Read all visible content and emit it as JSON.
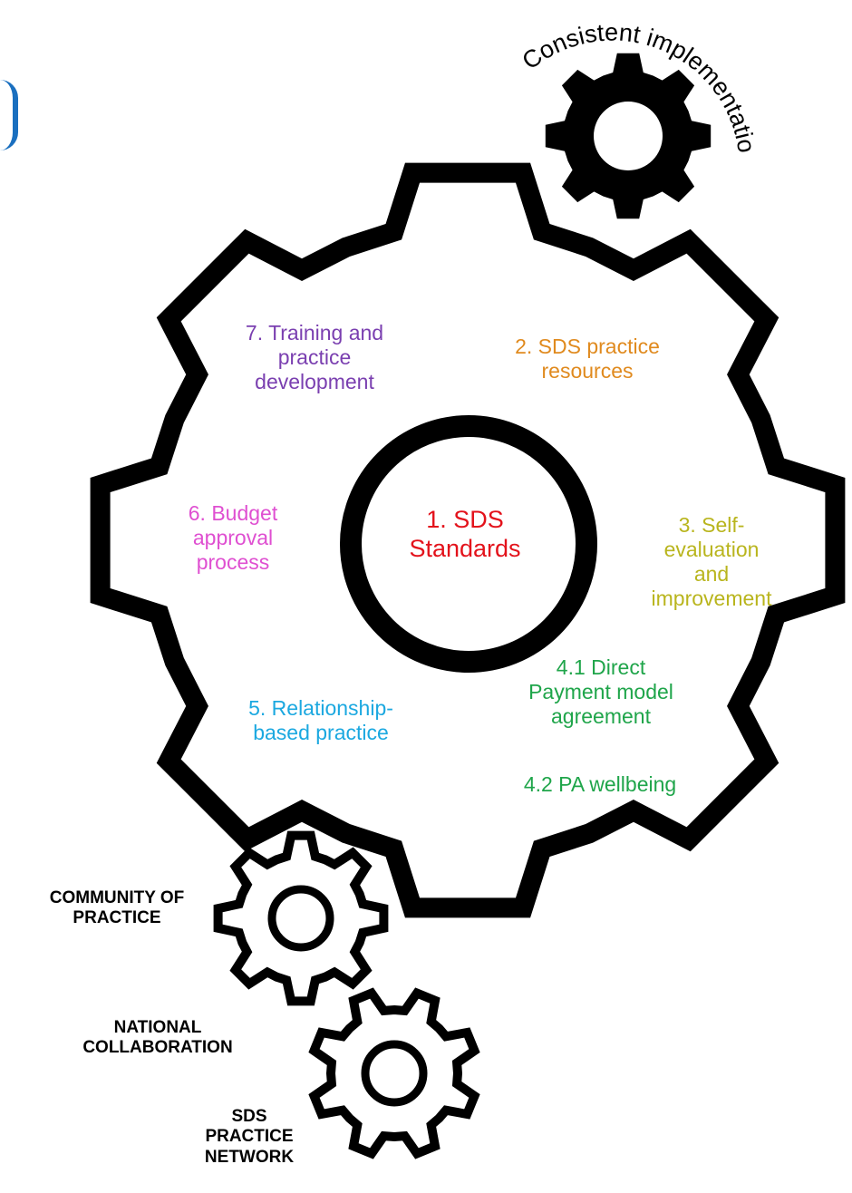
{
  "colors": {
    "stroke": "#000000",
    "accent_blue": "#1a6fbf",
    "red": "#e3121b",
    "orange": "#e08a1e",
    "olive": "#b9b51e",
    "green": "#1fa54a",
    "cyan": "#1ba8e0",
    "magenta": "#df4fd1",
    "purple": "#7a3fb0"
  },
  "top_gear": {
    "caption": "Consistent implementation"
  },
  "center_label": {
    "line1": "1. SDS",
    "line2": "Standards"
  },
  "segments": [
    {
      "lines": [
        "7. Training and",
        "practice",
        "development"
      ]
    },
    {
      "lines": [
        "2. SDS practice",
        "resources"
      ]
    },
    {
      "lines": [
        "6. Budget",
        "approval",
        "process"
      ]
    },
    {
      "lines": [
        "3. Self-evaluation",
        "and improvement"
      ]
    },
    {
      "lines": [
        "4.1 Direct",
        "Payment model",
        "agreement"
      ]
    },
    {
      "lines": [
        "5. Relationship-",
        "based practice"
      ]
    },
    {
      "lines": [
        "4.2 PA wellbeing"
      ]
    }
  ],
  "small_gears": [
    {
      "lines": [
        "COMMUNITY OF",
        "PRACTICE"
      ]
    },
    {
      "lines": [
        "NATIONAL",
        "COLLABORATION"
      ]
    },
    {
      "lines": [
        "SDS",
        "PRACTICE",
        "NETWORK"
      ]
    }
  ]
}
